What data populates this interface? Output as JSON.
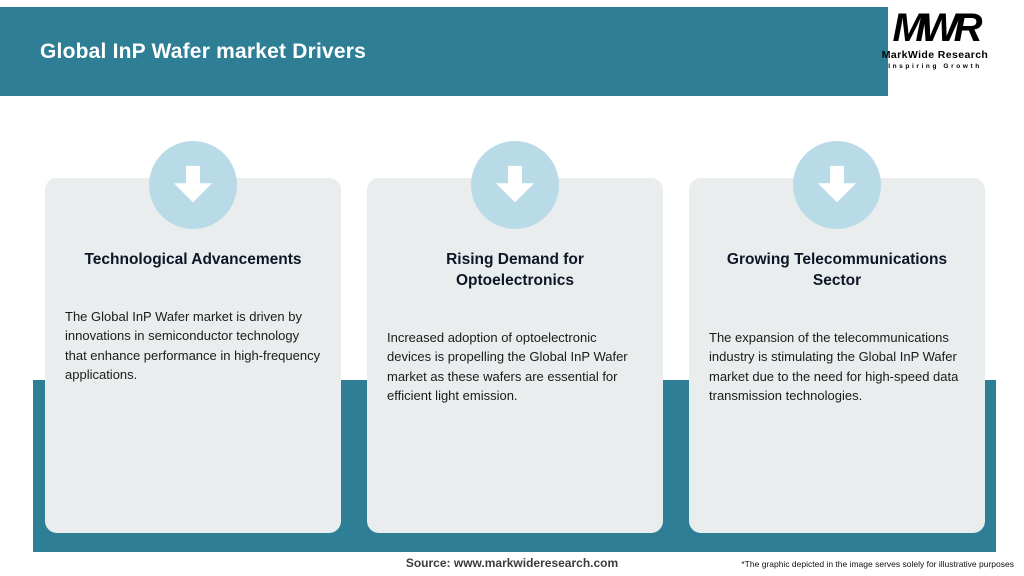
{
  "header": {
    "title": "Global InP Wafer market Drivers",
    "logo": {
      "text": "MWR",
      "name": "MarkWide Research",
      "tagline": "Inspiring Growth"
    }
  },
  "cards": [
    {
      "title": "Technological Advancements",
      "body": "The Global InP Wafer market is driven by innovations in semiconductor technology that enhance performance in high-frequency applications."
    },
    {
      "title": "Rising Demand for Optoelectronics",
      "body": "Increased adoption of optoelectronic devices is propelling the Global InP Wafer market as these wafers are essential for efficient light emission."
    },
    {
      "title": "Growing Telecommunications Sector",
      "body": "The expansion of the telecommunications industry is stimulating the Global InP Wafer market due to the need for high-speed data transmission technologies."
    }
  ],
  "footer": {
    "source": "Source: www.markwideresearch.com",
    "disclaimer": "*The graphic depicted in the image serves solely for illustrative purposes"
  },
  "colors": {
    "teal": "#2e7f96",
    "card_bg": "#e9edee",
    "badge": "#b9dbe7"
  }
}
